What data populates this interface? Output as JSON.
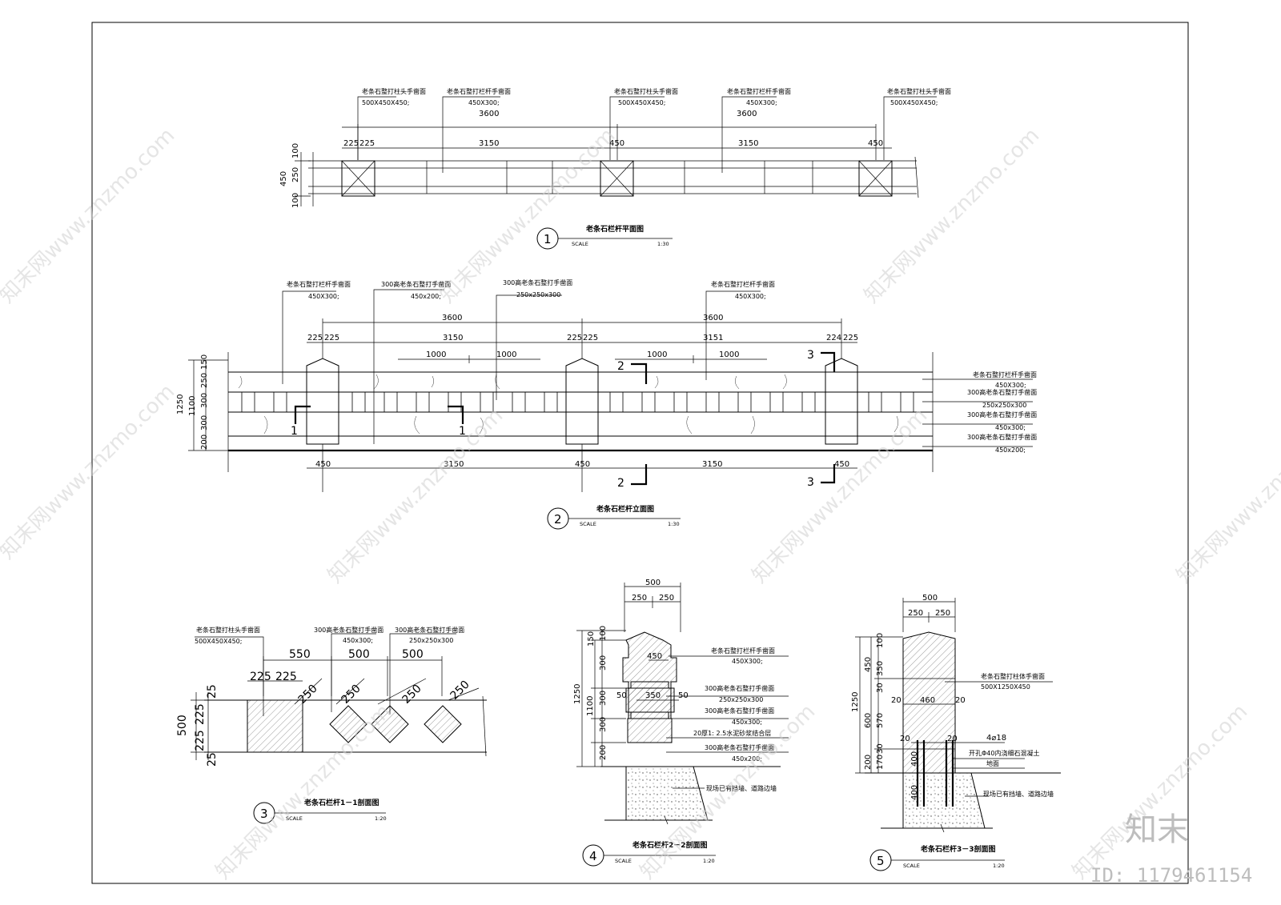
{
  "view1": {
    "label_post": "老条石整打柱头手凿面",
    "label_post_size": "500X450X450;",
    "label_rail": "老条石整打栏杆手凿面",
    "label_rail_size": "450X300;",
    "dim_3600": "3600",
    "dim_225": "225",
    "dim_3150": "3150",
    "dim_450": "450",
    "dim_100": "100",
    "dim_250": "250",
    "title": "老条石栏杆平面图",
    "num": "1",
    "scale_label": "SCALE",
    "scale": "1:30"
  },
  "view2": {
    "label_rail": "老条石整打栏杆手凿面",
    "label_rail_size": "450X300;",
    "label_base": "300高老条石整打手凿面",
    "label_base_size": "450x200;",
    "label_mid": "300高老条石整打手凿面",
    "label_mid_size": "250x250x300",
    "dim_3600": "3600",
    "dim_225": "225",
    "dim_224": "224",
    "dim_3150": "3150",
    "dim_3151": "3151",
    "dim_1000": "1000",
    "dim_450": "450",
    "dim_1250": "1250",
    "dim_1100": "1100",
    "dim_150": "150",
    "dim_250": "250",
    "dim_300": "300",
    "dim_200": "200",
    "sec_1": "1",
    "sec_2": "2",
    "sec_3": "3",
    "r1a": "老条石整打栏杆手凿面",
    "r1b": "450X300;",
    "r2a": "300高老条石整打手凿面",
    "r2b": "250x250x300",
    "r3a": "300高老条石整打手凿面",
    "r3b": "450x300;",
    "r4a": "300高老条石整打手凿面",
    "r4b": "450x200;",
    "title": "老条石栏杆立面图",
    "num": "2",
    "scale_label": "SCALE",
    "scale": "1:30"
  },
  "view3": {
    "label_post": "老条石整打柱头手凿面",
    "label_post_size": "500X450X450;",
    "label_a": "300高老条石整打手凿面",
    "label_a_size": "450x300;",
    "label_b": "300高老条石整打手凿面",
    "label_b_size": "250x250x300",
    "dim_550": "550",
    "dim_500": "500",
    "dim_225": "225",
    "dim_250": "250",
    "dim_25": "25",
    "title": "老条石栏杆1－1剖面图",
    "num": "3",
    "scale_label": "SCALE",
    "scale": "1:20"
  },
  "view4": {
    "dim_500": "500",
    "dim_250": "250",
    "dim_100": "100",
    "dim_150": "150",
    "dim_300": "300",
    "dim_200": "200",
    "dim_1250": "1250",
    "dim_1100": "1100",
    "dim_450": "450",
    "dim_350": "350",
    "dim_50": "50",
    "l1a": "老条石整打栏杆手凿面",
    "l1b": "450X300;",
    "l2a": "300高老条石整打手凿面",
    "l2b": "250x250x300",
    "l3a": "300高老条石整打手凿面",
    "l3b": "450x300;",
    "l4": "20厚1: 2.5水泥砂浆结合层",
    "l5a": "300高老条石整打手凿面",
    "l5b": "450x200;",
    "l6": "现场已有挡墙、道路边墙",
    "title": "老条石栏杆2－2剖面图",
    "num": "4",
    "scale_label": "SCALE",
    "scale": "1:20"
  },
  "view5": {
    "dim_500": "500",
    "dim_250": "250",
    "dim_100": "100",
    "dim_450": "450",
    "dim_350": "350",
    "dim_30": "30",
    "dim_570": "570",
    "dim_1250": "1250",
    "dim_600": "600",
    "dim_200": "200",
    "dim_170": "170",
    "dim_460": "460",
    "dim_20": "20",
    "dim_400": "400",
    "l1a": "老条石整打柱体手凿面",
    "l1b": "500X1250X450",
    "l2": "4⌀18",
    "l3a": "开孔Φ40内浇细石混凝土",
    "l3b": "地面",
    "l4": "现场已有挡墙、道路边墙",
    "title": "老条石栏杆3－3剖面图",
    "num": "5",
    "scale_label": "SCALE",
    "scale": "1:20"
  },
  "watermark": {
    "text": "知末网www.znzmo.com",
    "brand": "知末",
    "id": "ID: 1179461154"
  }
}
